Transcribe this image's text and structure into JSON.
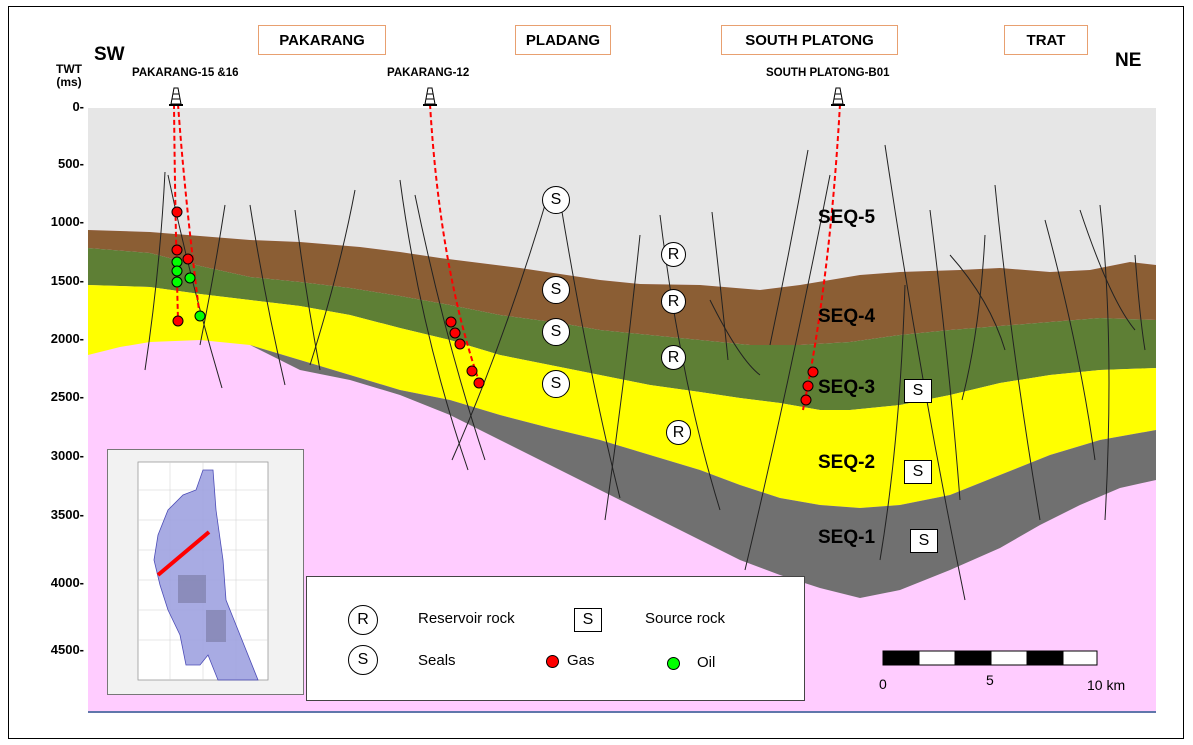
{
  "fields": [
    "PAKARANG",
    "PLADANG",
    "SOUTH PLATONG",
    "TRAT"
  ],
  "directions": {
    "left": "SW",
    "right": "NE"
  },
  "y_axis": {
    "label_line1": "TWT",
    "label_line2": "(ms)",
    "ticks": [
      "0-",
      "500-",
      "1000-",
      "1500-",
      "2000-",
      "2500-",
      "3000-",
      "3500-",
      "4000-",
      "4500-"
    ]
  },
  "wells": [
    "PAKARANG-15 &16",
    "PAKARANG-12",
    "SOUTH PLATONG-B01"
  ],
  "sequences": [
    "SEQ-5",
    "SEQ-4",
    "SEQ-3",
    "SEQ-2",
    "SEQ-1"
  ],
  "markers": {
    "reservoir": "R",
    "seal": "S",
    "source": "S"
  },
  "legend": {
    "reservoir_symbol": "R",
    "reservoir_label": "Reservoir rock",
    "source_symbol": "S",
    "source_label": "Source rock",
    "seal_symbol": "S",
    "seal_label": "Seals",
    "gas_label": "Gas",
    "oil_label": "Oil"
  },
  "scale_bar": {
    "ticks": [
      "0",
      "5",
      "10 km"
    ]
  },
  "colors": {
    "seq5_water": "#e6e6e6",
    "seq4": "#8b5e34",
    "seq3": "#5e7f35",
    "seq2": "#ffff00",
    "seq1": "#707070",
    "basement": "#ffccff",
    "gas": "#ff0000",
    "oil": "#00ff00",
    "well_path": "#ff0000",
    "field_box_border": "#e8a070"
  }
}
